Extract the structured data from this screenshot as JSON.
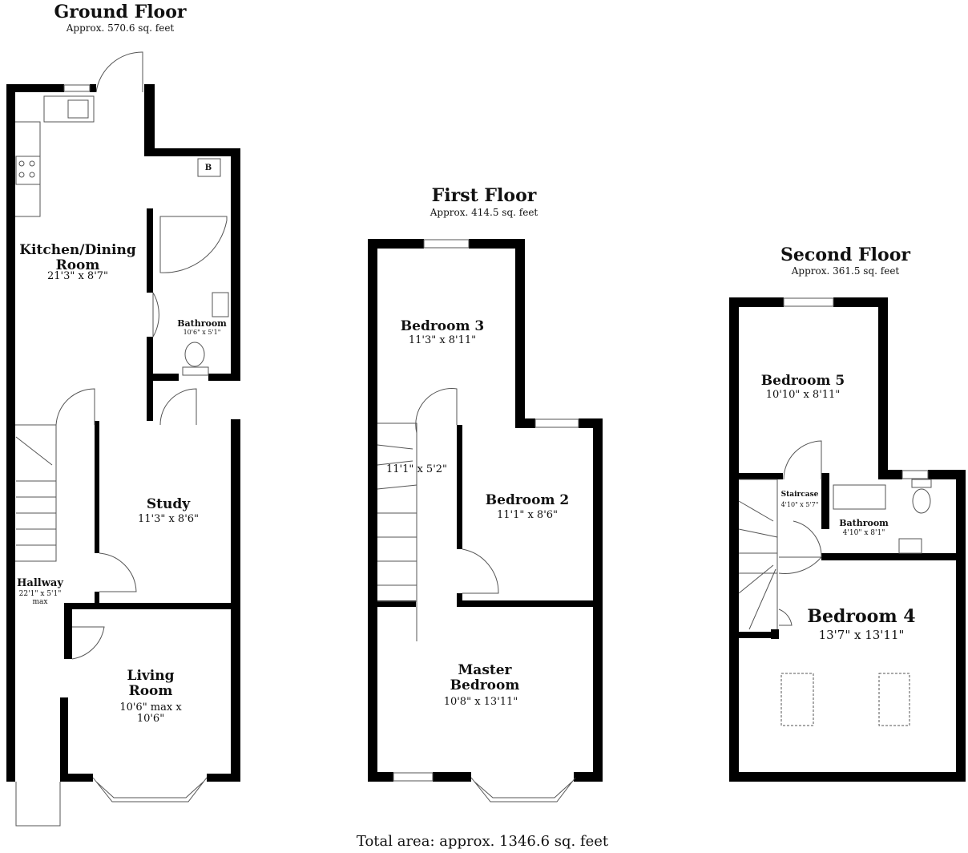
{
  "floors": [
    {
      "title": "Ground Floor",
      "area": "Approx. 570.6 sq. feet",
      "rooms": [
        {
          "name": "Kitchen/Dining Room",
          "dims": "21'3\" x 8'7\""
        },
        {
          "name": "Bathroom",
          "dims": "10'6\" x 5'1\""
        },
        {
          "name": "Study",
          "dims": "11'3\" x 8'6\""
        },
        {
          "name": "Hallway",
          "dims": "22'1\" x 5'1\" max"
        },
        {
          "name": "Living Room",
          "dims": "10'6\" max x 10'6\""
        }
      ],
      "boiler_label": "B"
    },
    {
      "title": "First Floor",
      "area": "Approx. 414.5 sq. feet",
      "rooms": [
        {
          "name": "Bedroom 3",
          "dims": "11'3\" x 8'11\""
        },
        {
          "name": "Bedroom 2",
          "dims": "11'1\" x 8'6\""
        },
        {
          "name": "",
          "dims": "11'1\" x 5'2\""
        },
        {
          "name": "Master Bedroom",
          "dims": "10'8\" x 13'11\""
        }
      ]
    },
    {
      "title": "Second Floor",
      "area": "Approx. 361.5 sq. feet",
      "rooms": [
        {
          "name": "Bedroom 5",
          "dims": "10'10\" x 8'11\""
        },
        {
          "name": "Staircase",
          "dims": "4'10\" x 5'7\""
        },
        {
          "name": "Bathroom",
          "dims": "4'10\" x 8'1\""
        },
        {
          "name": "Bedroom 4",
          "dims": "13'7\" x 13'11\""
        }
      ]
    }
  ],
  "total_area": "Total area: approx. 1346.6 sq. feet"
}
